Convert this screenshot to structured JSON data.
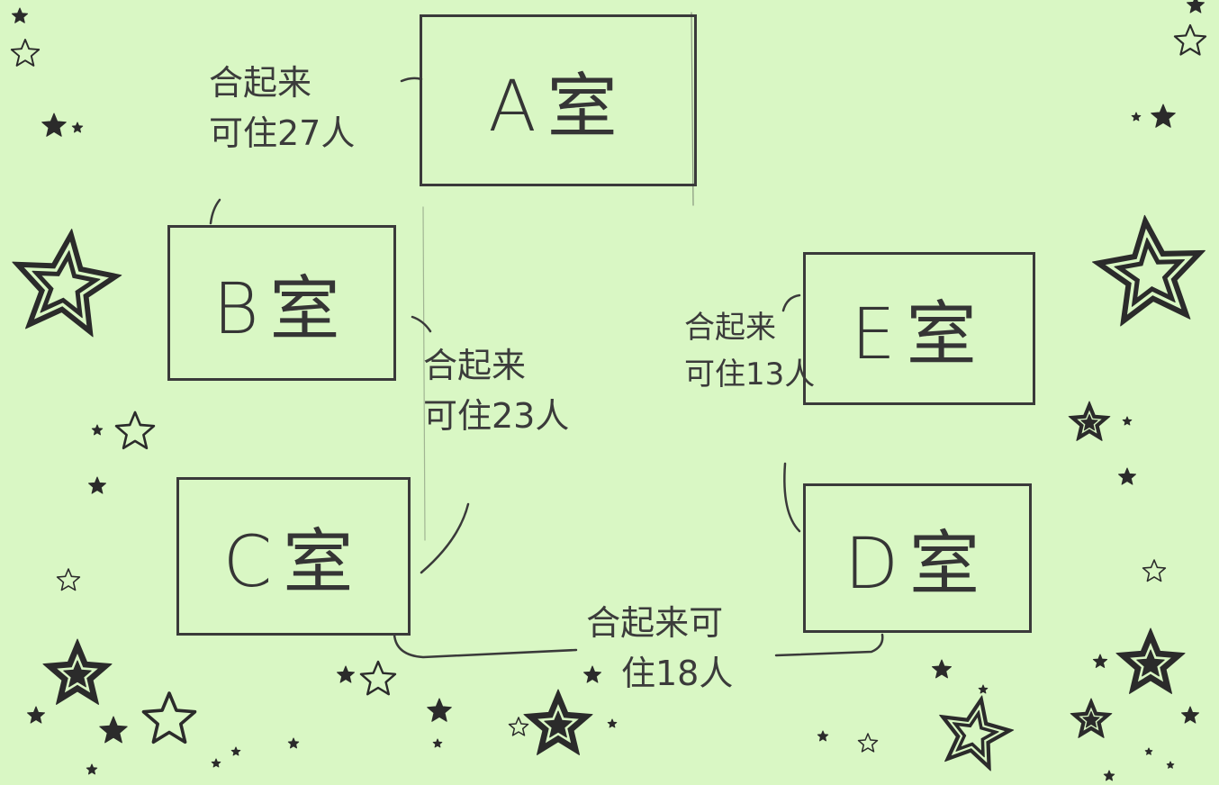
{
  "rooms": {
    "A": "A室",
    "B": "B室",
    "C": "C室",
    "D": "D室",
    "E": "E室"
  },
  "notes": {
    "ab": {
      "line1": "合起来",
      "line2": "可住27人"
    },
    "bc": {
      "line1": "合起来",
      "line2": "可住23人"
    },
    "ed": {
      "line1": "合起来",
      "line2": "可住13人"
    },
    "cd": {
      "line1": "合起来可",
      "line2": "住18人"
    }
  },
  "colors": {
    "paper": "#d9f7c4",
    "ink": "#3a3a3a",
    "star": "#2b2b2b"
  },
  "decorations": {
    "icon": "star-icon"
  }
}
